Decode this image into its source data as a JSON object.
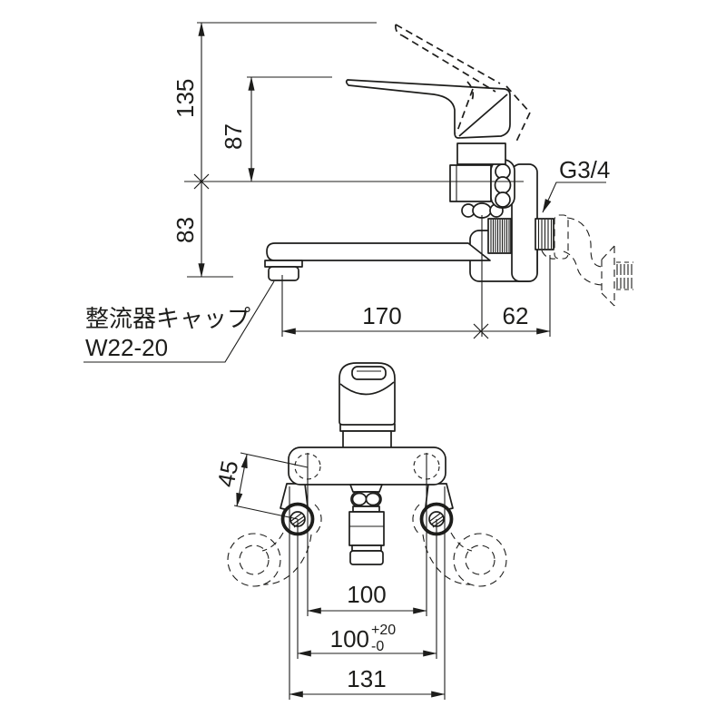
{
  "side_view": {
    "dims": {
      "total_height": "135",
      "lever_height": "87",
      "spout_drop": "83",
      "spout_reach": "170",
      "wall_offset": "62"
    },
    "thread_label": "G3/4",
    "aerator_label": {
      "line1": "整流器キャップ",
      "line2": "W22-20"
    }
  },
  "front_view": {
    "dims": {
      "leg_length": "45",
      "hole_pitch": "100",
      "pitch_base": "100",
      "pitch_tol_plus": "+20",
      "pitch_tol_minus": "-0",
      "body_width": "131"
    }
  },
  "colors": {
    "line": "#1d1d1b",
    "background": "#ffffff"
  }
}
